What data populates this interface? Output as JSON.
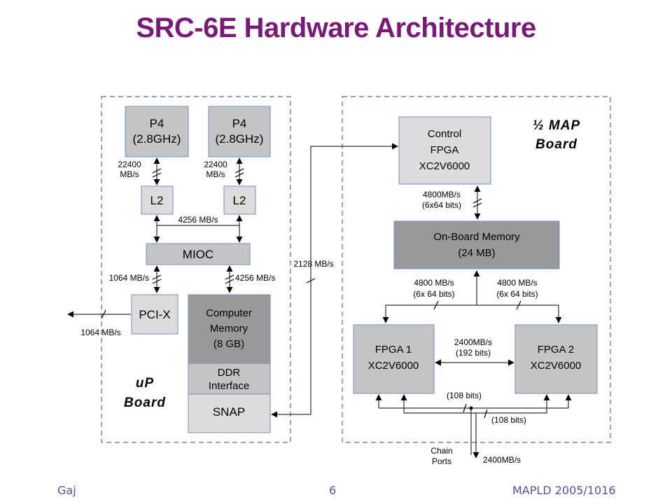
{
  "slide": {
    "title": "SRC-6E Hardware Architecture",
    "footer": {
      "left": "Gaj",
      "center": "6",
      "right": "MAPLD 2005/1016"
    }
  },
  "colors": {
    "title": "#7a1a78",
    "footer": "#5a4f9a",
    "border_dash": "#3b3f95",
    "box_light": "#c4c4c4",
    "box_lighter": "#dcdcdc",
    "box_dark": "#999999",
    "box_stroke": "#6d8fc9"
  },
  "up_board": {
    "label_line1": "uP",
    "label_line2": "Board",
    "p4_left": {
      "line1": "P4",
      "line2": "(2.8GHz)"
    },
    "p4_right": {
      "line1": "P4",
      "line2": "(2.8GHz)"
    },
    "bw_p4_left": {
      "line1": "22400",
      "line2": "MB/s"
    },
    "bw_p4_right": {
      "line1": "22400",
      "line2": "MB/s"
    },
    "l2_left": "L2",
    "l2_right": "L2",
    "bw_l2_mioc": "4256 MB/s",
    "mioc": "MIOC",
    "bw_mioc_pcix": "1064 MB/s",
    "bw_mioc_mem": "4256 MB/s",
    "pcix": "PCI-X",
    "bw_pcix_ext": "1064 MB/s",
    "computer_memory": {
      "line1": "Computer",
      "line2": "Memory",
      "line3": "(8 GB)"
    },
    "ddr_interface": {
      "line1": "DDR",
      "line2": "Interface"
    },
    "snap": "SNAP"
  },
  "link": {
    "bw": "2128 MB/s"
  },
  "map_board": {
    "label_line1": "½ MAP",
    "label_line2": "Board",
    "control_fpga": {
      "line1": "Control",
      "line2": "FPGA",
      "line3": "XC2V6000"
    },
    "bw_ctrl_mem": {
      "line1": "4800MB/s",
      "line2": "(6x64 bits)"
    },
    "onboard_memory": {
      "line1": "On-Board Memory",
      "line2": "(24 MB)"
    },
    "bw_mem_fpga1": {
      "line1": "4800 MB/s",
      "line2": "(6x 64 bits)"
    },
    "bw_mem_fpga2": {
      "line1": "4800 MB/s",
      "line2": "(6x 64 bits)"
    },
    "fpga1": {
      "line1": "FPGA 1",
      "line2": "XC2V6000"
    },
    "fpga2": {
      "line1": "FPGA 2",
      "line2": "XC2V6000"
    },
    "bw_fpga_fpga": {
      "line1": "2400MB/s",
      "line2": "(192 bits)"
    },
    "bits_top": "(108 bits)",
    "bits_bottom": "(108 bits)",
    "chain_ports": {
      "line1": "Chain",
      "line2": "Ports"
    },
    "bw_chain": "2400MB/s"
  }
}
